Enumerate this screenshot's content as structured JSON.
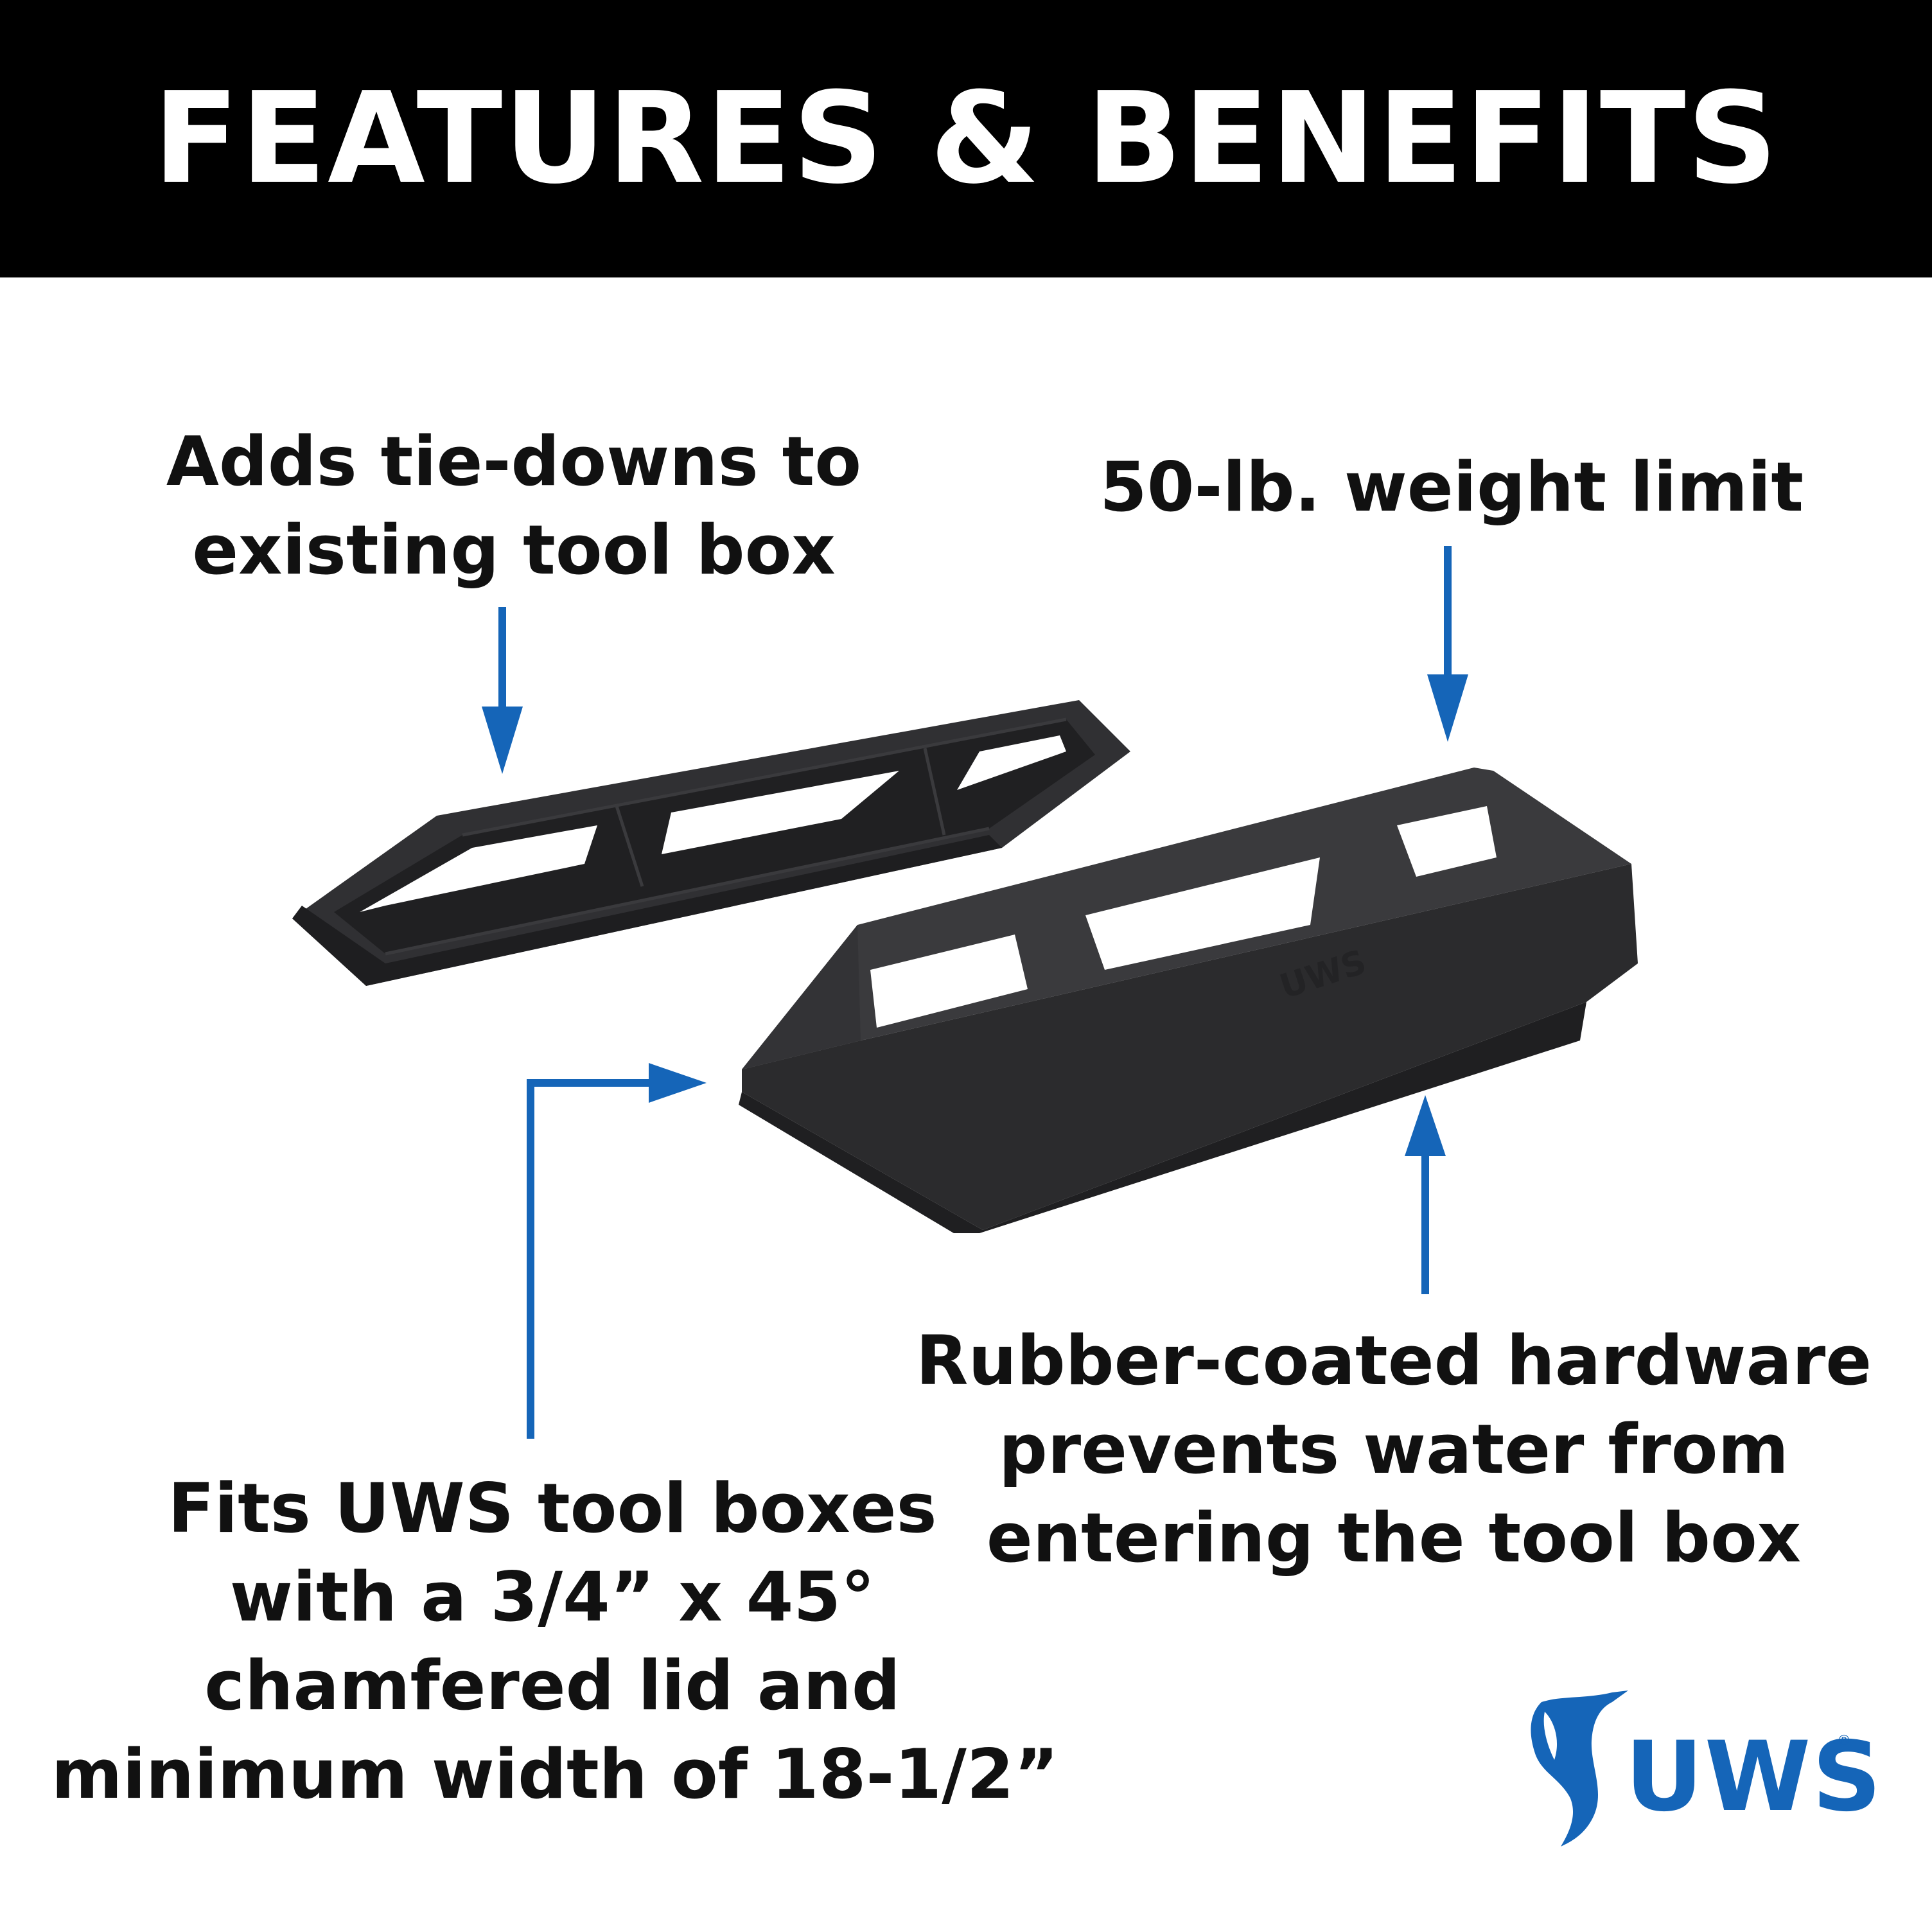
{
  "header": {
    "title": "FEATURES & BENEFITS"
  },
  "callouts": {
    "tiedowns": [
      "Adds tie-downs to",
      "existing tool box"
    ],
    "weight": [
      "50-lb. weight limit"
    ],
    "fits": [
      "Fits UWS tool boxes",
      "with a 3/4” x 45°",
      "chamfered lid and",
      "minimum width of 18-1/2”"
    ],
    "rubber": [
      "Rubber-coated hardware",
      "prevents water from",
      "entering the tool box"
    ]
  },
  "product": {
    "emboss": "UWS"
  },
  "logo": {
    "text": "UWS",
    "reg": "®"
  },
  "colors": {
    "accent": "#1565b8",
    "product": "#2b2b2d",
    "header_bg": "#000000"
  },
  "icons": [
    "sailfish-icon",
    "arrow-down-icon",
    "arrow-up-icon",
    "arrow-right-icon"
  ]
}
